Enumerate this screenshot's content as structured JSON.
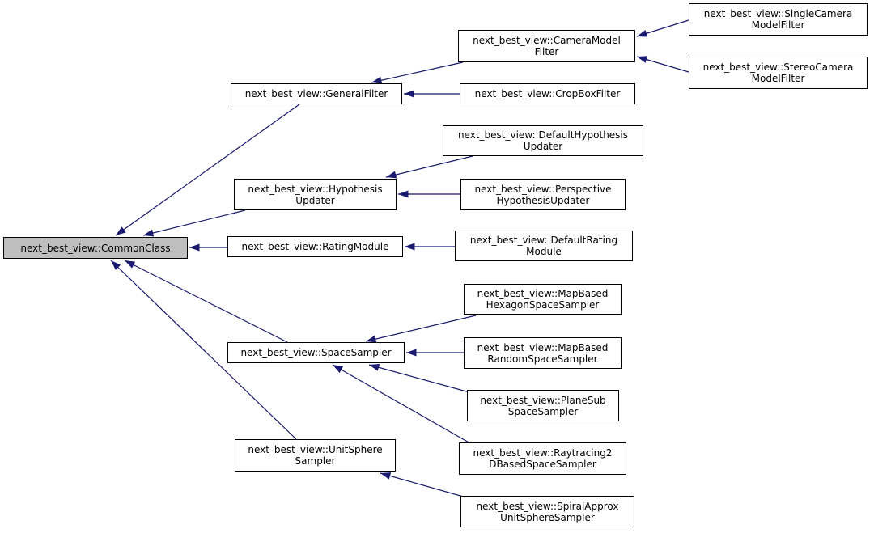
{
  "diagram": {
    "type": "class-inheritance-graph",
    "background_color": "#ffffff",
    "arrow_color": "#191970",
    "node_border_color": "#000000",
    "node_fill_color": "#ffffff",
    "highlighted_node_fill_color": "#bfbfbf",
    "nodes": [
      {
        "id": "common-class",
        "line1": "next_best_view::CommonClass",
        "line2": "",
        "highlighted": true
      },
      {
        "id": "general-filter",
        "line1": "next_best_view::GeneralFilter",
        "line2": "",
        "highlighted": false
      },
      {
        "id": "hypothesis-updater",
        "line1": "next_best_view::Hypothesis",
        "line2": "Updater",
        "highlighted": false
      },
      {
        "id": "rating-module",
        "line1": "next_best_view::RatingModule",
        "line2": "",
        "highlighted": false
      },
      {
        "id": "space-sampler",
        "line1": "next_best_view::SpaceSampler",
        "line2": "",
        "highlighted": false
      },
      {
        "id": "unit-sphere-sampler",
        "line1": "next_best_view::UnitSphere",
        "line2": "Sampler",
        "highlighted": false
      },
      {
        "id": "camera-model-filter",
        "line1": "next_best_view::CameraModel",
        "line2": "Filter",
        "highlighted": false
      },
      {
        "id": "crop-box-filter",
        "line1": "next_best_view::CropBoxFilter",
        "line2": "",
        "highlighted": false
      },
      {
        "id": "default-hypothesis-updater",
        "line1": "next_best_view::DefaultHypothesis",
        "line2": "Updater",
        "highlighted": false
      },
      {
        "id": "perspective-hypothesis-updater",
        "line1": "next_best_view::Perspective",
        "line2": "HypothesisUpdater",
        "highlighted": false
      },
      {
        "id": "default-rating-module",
        "line1": "next_best_view::DefaultRating",
        "line2": "Module",
        "highlighted": false
      },
      {
        "id": "map-based-hexagon-space-sampler",
        "line1": "next_best_view::MapBased",
        "line2": "HexagonSpaceSampler",
        "highlighted": false
      },
      {
        "id": "map-based-random-space-sampler",
        "line1": "next_best_view::MapBased",
        "line2": "RandomSpaceSampler",
        "highlighted": false
      },
      {
        "id": "plane-sub-space-sampler",
        "line1": "next_best_view::PlaneSub",
        "line2": "SpaceSampler",
        "highlighted": false
      },
      {
        "id": "raytracing2d-based-space-sampler",
        "line1": "next_best_view::Raytracing2",
        "line2": "DBasedSpaceSampler",
        "highlighted": false
      },
      {
        "id": "spiral-approx-unit-sphere-sampler",
        "line1": "next_best_view::SpiralApprox",
        "line2": "UnitSphereSampler",
        "highlighted": false
      },
      {
        "id": "single-camera-model-filter",
        "line1": "next_best_view::SingleCamera",
        "line2": "ModelFilter",
        "highlighted": false
      },
      {
        "id": "stereo-camera-model-filter",
        "line1": "next_best_view::StereoCamera",
        "line2": "ModelFilter",
        "highlighted": false
      }
    ],
    "edges": [
      {
        "from": "general-filter",
        "to": "common-class"
      },
      {
        "from": "hypothesis-updater",
        "to": "common-class"
      },
      {
        "from": "rating-module",
        "to": "common-class"
      },
      {
        "from": "space-sampler",
        "to": "common-class"
      },
      {
        "from": "unit-sphere-sampler",
        "to": "common-class"
      },
      {
        "from": "camera-model-filter",
        "to": "general-filter"
      },
      {
        "from": "crop-box-filter",
        "to": "general-filter"
      },
      {
        "from": "single-camera-model-filter",
        "to": "camera-model-filter"
      },
      {
        "from": "stereo-camera-model-filter",
        "to": "camera-model-filter"
      },
      {
        "from": "default-hypothesis-updater",
        "to": "hypothesis-updater"
      },
      {
        "from": "perspective-hypothesis-updater",
        "to": "hypothesis-updater"
      },
      {
        "from": "default-rating-module",
        "to": "rating-module"
      },
      {
        "from": "map-based-hexagon-space-sampler",
        "to": "space-sampler"
      },
      {
        "from": "map-based-random-space-sampler",
        "to": "space-sampler"
      },
      {
        "from": "plane-sub-space-sampler",
        "to": "space-sampler"
      },
      {
        "from": "raytracing2d-based-space-sampler",
        "to": "space-sampler"
      },
      {
        "from": "spiral-approx-unit-sphere-sampler",
        "to": "unit-sphere-sampler"
      }
    ]
  }
}
